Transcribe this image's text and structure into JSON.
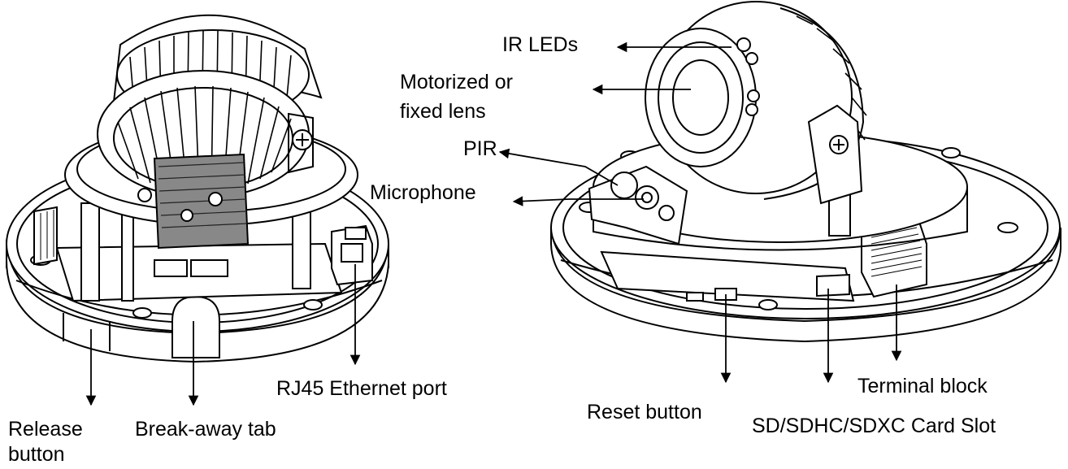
{
  "labels": {
    "ir_leds": "IR LEDs",
    "lens_line1": "Motorized or",
    "lens_line2": "fixed lens",
    "pir": "PIR",
    "microphone": "Microphone",
    "rj45": "RJ45 Ethernet port",
    "release_line1": "Release",
    "release_line2": "button",
    "breakaway": "Break-away tab",
    "reset": "Reset button",
    "terminal": "Terminal block",
    "sd_slot": "SD/SDHC/SDXC Card Slot"
  }
}
